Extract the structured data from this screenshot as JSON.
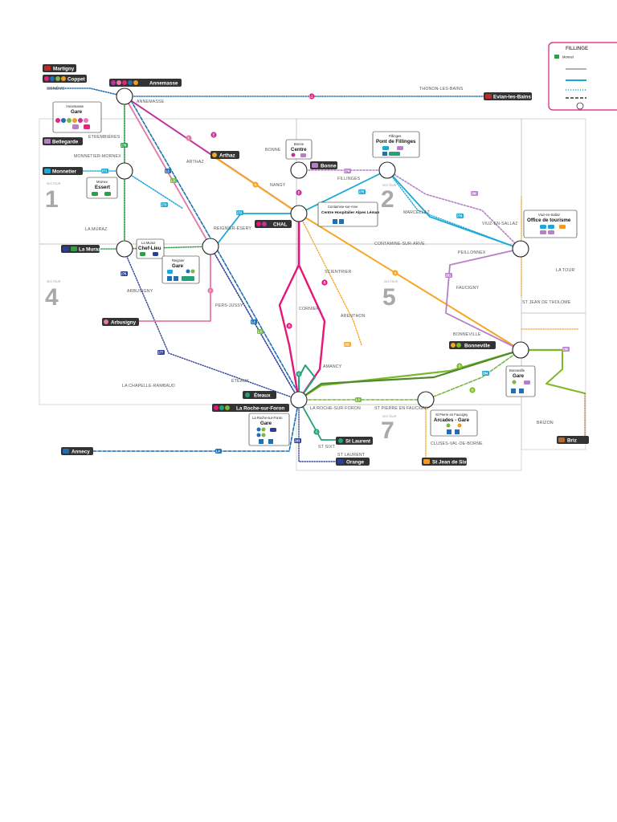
{
  "colors": {
    "L1": "#e0257a",
    "L2": "#1f6fb5",
    "L3": "#7ab648",
    "L4": "#f29a1f",
    "A": "#f5a623",
    "B": "#e5157a",
    "C": "#27a07a",
    "D": "#7db928",
    "E": "#9b4f9b",
    "I": "#e87aa8",
    "teal": "#1aa8d8",
    "navy": "#2b3f99",
    "green": "#2e9e4a",
    "purple": "#b77fc7",
    "stop": "#333333"
  },
  "places": {
    "geneve": "GENÈVE",
    "annemasse": "ANNEMASSE",
    "thonon": "THONON-LES-BAINS",
    "etrembieres": "ÉTREMBIÈRES",
    "monnetier": "MONNETIER-MORNEX",
    "arthaz": "ARTHAZ",
    "bonne": "BONNE",
    "nangy": "NANGY",
    "fillinges": "FILLINGES",
    "marcellaz": "MARCELLAZ",
    "viuz": "VIUZ-EN-SALLAZ",
    "lamuraz": "LA MURAZ",
    "reignier": "REIGNIER-ÉSERY",
    "contamine": "CONTAMINE-SUR-ARVE",
    "peillonnex": "PEILLONNEX",
    "latour": "LA TOUR",
    "scientrier": "SCIENTRIER",
    "faucigny": "FAUCIGNY",
    "stjean": "ST JEAN DE THOLOME",
    "arbusigny": "ARBUSIGNY",
    "pers": "PERS-JUSSY",
    "cornier": "CORNIER",
    "arenthon": "ARENTHON",
    "bonneville": "BONNEVILLE",
    "amancy": "AMANCY",
    "chapelle": "LA CHAPELLE-RAMBAUD",
    "eteaux": "ÉTEAUX",
    "larochesurforon": "LA ROCHE-SUR-FORON",
    "stpierre": "ST PIERRE EN FAUCIGNY",
    "stsixt": "ST SIXT",
    "stlaurent": "ST LAURENT",
    "cluses": "CLUSES-VAL-DE-BORNE",
    "brizon": "BRIZON"
  },
  "sectors": {
    "label": "SECTEUR",
    "s1": "1",
    "s2": "2",
    "s4": "4",
    "s5": "5",
    "s7": "7"
  },
  "tags": {
    "martigny": "Martigny",
    "coppet": "Coppet",
    "annemasse": "Annemasse",
    "evian": "Evian-les-Bains",
    "bellegarde": "Bellegarde",
    "monnetier": "Monnetier",
    "la_muraz": "La Muraz",
    "arthaz": "Arthaz",
    "bonne": "Bonne",
    "chal": "CHAL",
    "arbusigny": "Arbusigny",
    "bonneville": "Bonneville",
    "eteaux": "Éteaux",
    "la_roche": "La Roche-sur-Foron",
    "st_laurent": "St Laurent",
    "orange": "Orange",
    "annecy": "Annecy",
    "st_jean_de_sixt": "St Jean de Sixt",
    "brizon": "Briz"
  },
  "boxes": {
    "annemasse_gare": {
      "small": "Annemasse",
      "title": "Gare"
    },
    "mornex": {
      "small": "Mornex",
      "title": "Essert"
    },
    "bonne_centre": {
      "small": "Bonne",
      "title": "Centre"
    },
    "pont_fillinges": {
      "small": "Fillinges",
      "title": "Pont de Fillinges"
    },
    "contamine": {
      "small": "Contamine-sur-Arve",
      "title": "Centre Hospitalier Alpes Léman"
    },
    "la_muraz_chef": {
      "small": "La Muraz",
      "title": "Chef-Lieu"
    },
    "reignier_gare": {
      "small": "Reignier",
      "title": "Gare"
    },
    "viuz_office": {
      "small": "Viuz-en-Sallaz",
      "title": "Office de tourisme"
    },
    "roche_gare": {
      "small": "La Roche-sur-Foron",
      "title": "Gare"
    },
    "stpierre_arcades": {
      "small": "St Pierre en Faucigny",
      "title": "Arcades - Gare"
    },
    "bonneville_gare": {
      "small": "Bonneville",
      "title": "Gare"
    }
  },
  "legend": {
    "title": "FILLINGE",
    "item": "Monnet"
  },
  "badges": {
    "L1": "L1",
    "L2": "L2",
    "L3": "L3",
    "L4": "L4",
    "A": "A",
    "B": "B",
    "C": "C",
    "D": "D",
    "E": "E",
    "I": "I",
    "n270": "270",
    "n271": "271",
    "n272": "272",
    "n273": "273",
    "n274": "274",
    "n275": "275",
    "n276": "276",
    "n277": "277",
    "n278": "278",
    "n279": "279",
    "n280": "280",
    "n281": "281",
    "n282": "282",
    "n283": "283",
    "n284": "284",
    "n285": "285"
  }
}
